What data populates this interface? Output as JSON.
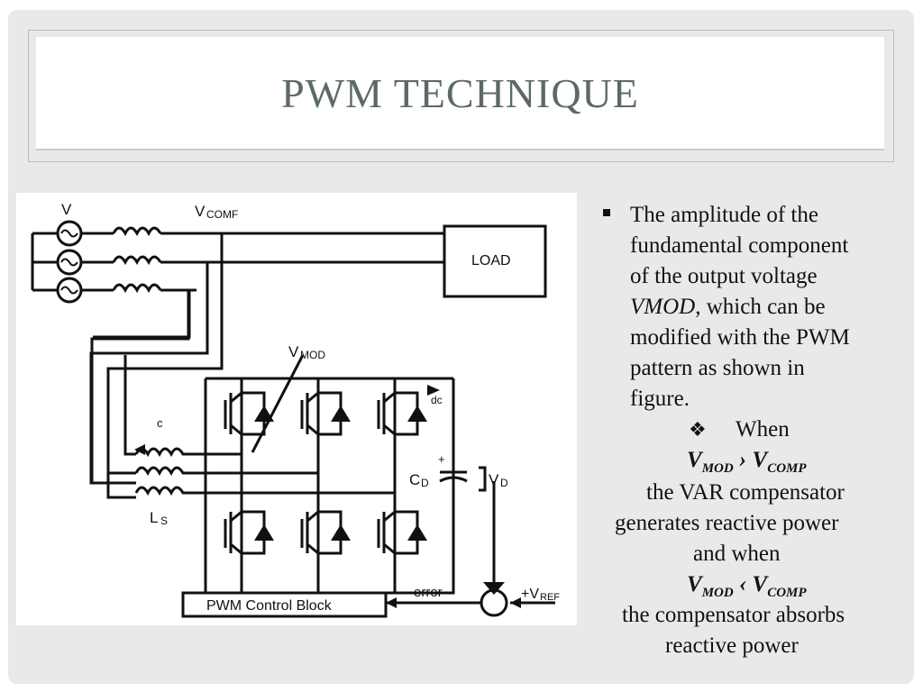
{
  "slide": {
    "title": "PWM TECHNIQUE"
  },
  "diagram": {
    "labels": {
      "source": "V",
      "vcomf": "COMF",
      "vcomf_v": "V",
      "load": "LOAD",
      "vmod": "MOD",
      "vmod_v": "V",
      "dc": "dc",
      "c": "c",
      "ls": "S",
      "ls_l": "L",
      "cd": "D",
      "cd_c": "C",
      "vd": "D",
      "vd_v": "V",
      "plus": "+",
      "minus": "-",
      "error": "error",
      "vref": "REF",
      "vref_v": "+V",
      "pwm_block": "PWM Control Block"
    }
  },
  "text": {
    "bullet_lines": [
      "The amplitude of the",
      "fundamental component",
      "of the output voltage",
      "VMOD",
      ", which can be",
      "modified with the PWM",
      "pattern as shown in",
      "figure."
    ],
    "sub_bullet_icon": "diamond-bullet-icon",
    "sub_bullet_label": "When",
    "cond1": {
      "v1": "V",
      "s1": "MOD",
      "op": "›",
      "v2": "V",
      "s2": "COMP"
    },
    "line_var": "the VAR compensator",
    "line_gen": "generates reactive power",
    "line_and": "and when",
    "cond2": {
      "v1": "V",
      "s1": "MOD",
      "op": "‹",
      "v2": "V",
      "s2": "COMP"
    },
    "line_abs": "the compensator absorbs",
    "line_react": "reactive power"
  }
}
